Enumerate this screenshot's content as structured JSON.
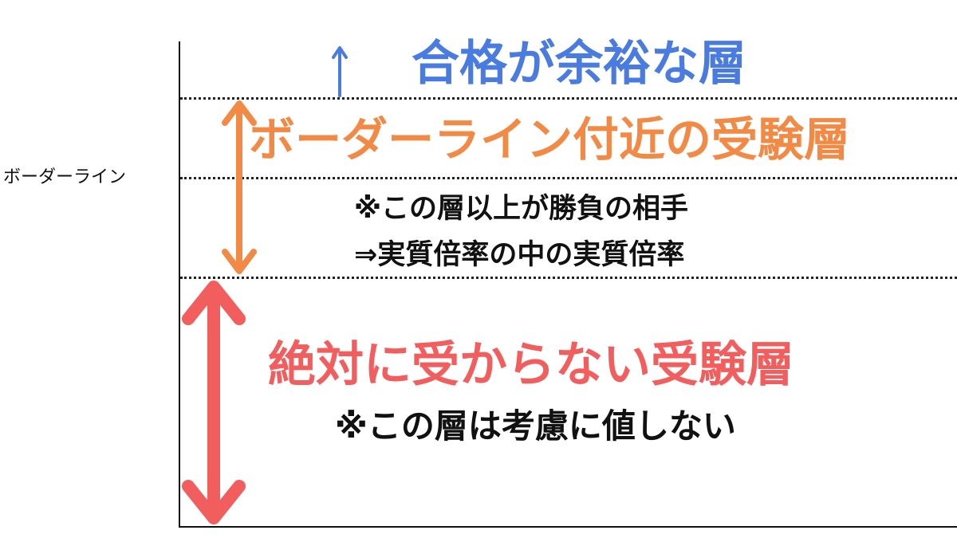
{
  "labels": {
    "border_line": "ボーダーライン",
    "top_group": "合格が余裕な層",
    "middle_group": "ボーダーライン付近の受験層",
    "middle_note_1": "※この層以上が勝負の相手",
    "middle_note_2": "⇒実質倍率の中の実質倍率",
    "bottom_group": "絶対に受からない受験層",
    "bottom_note": "※この層は考慮に値しない"
  },
  "colors": {
    "blue": "#4a7be0",
    "orange": "#f28a45",
    "red": "#f25e5e",
    "black": "#111111"
  }
}
